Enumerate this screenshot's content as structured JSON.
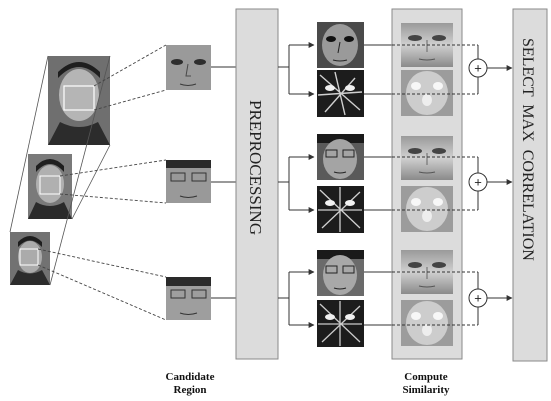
{
  "blocks": {
    "preprocessing": "PREPROCESSING",
    "select_max": "SELECT  MAX  CORRELATION"
  },
  "captions": {
    "candidate_line1": "Candidate",
    "candidate_line2": "Region",
    "compute_line1": "Compute",
    "compute_line2": "Similarity"
  },
  "sum_symbol": "+",
  "colors": {
    "block_fill": "#dcdcdc",
    "block_stroke": "#8a8a8a",
    "line": "#333333",
    "face_dark": "#3a3a3a",
    "face_mid": "#8c8c8c",
    "template": "#b8b8b8"
  }
}
